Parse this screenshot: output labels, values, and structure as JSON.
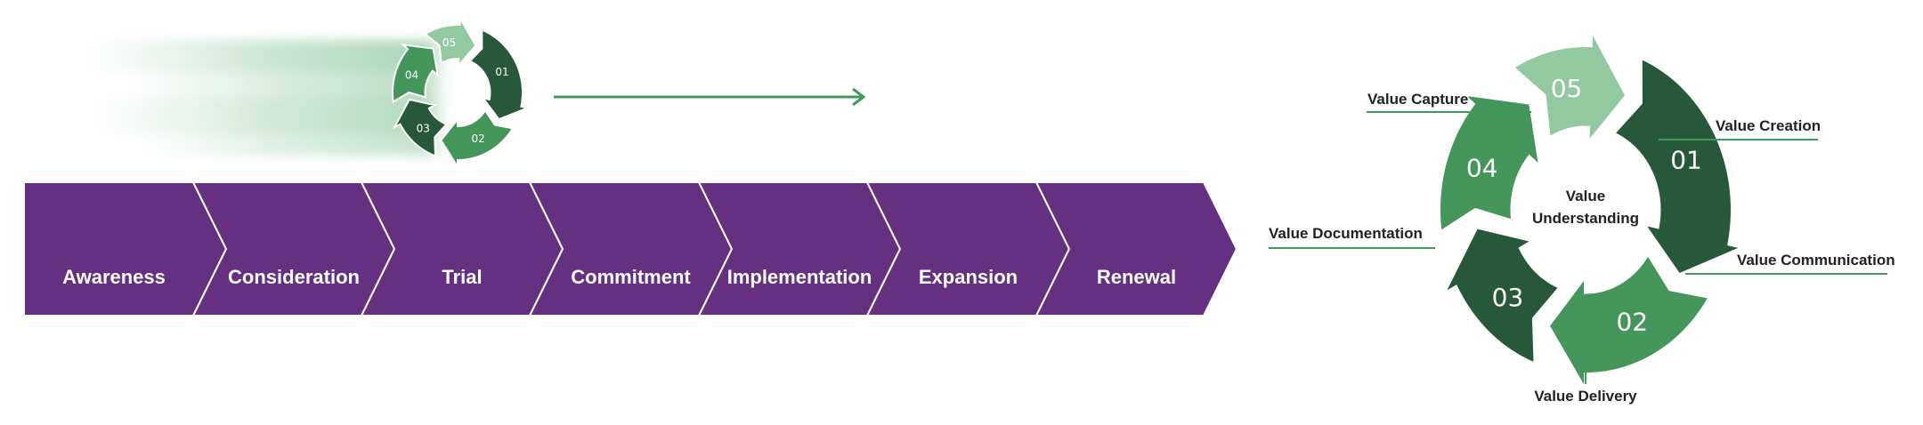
{
  "colors": {
    "purple": "#65307f",
    "dark_green": "#27583a",
    "medium_green": "#44965a",
    "light_green": "#92c9a0",
    "line_green": "#3f9a5c"
  },
  "stages": [
    "Awareness",
    "Consideration",
    "Trial",
    "Commitment",
    "Implementation",
    "Expansion",
    "Renewal"
  ],
  "small_cycle": {
    "numbers": [
      "01",
      "02",
      "03",
      "04",
      "05"
    ]
  },
  "cycle": {
    "center_line1": "Value",
    "center_line2": "Understanding",
    "segments": [
      {
        "number": "01",
        "label": "Value Creation",
        "color": "dark_green"
      },
      {
        "number": "02",
        "label": "Value Communication",
        "color": "medium_green"
      },
      {
        "number": "03",
        "label": "Value Delivery",
        "color": "dark_green"
      },
      {
        "number": "04",
        "label": "Value Documentation",
        "color": "medium_green"
      },
      {
        "number": "05",
        "label": "Value Capture",
        "color": "light_green"
      }
    ]
  },
  "icons": {
    "motion_blur": "speed-streaks",
    "arrow": "arrow-right-icon"
  }
}
